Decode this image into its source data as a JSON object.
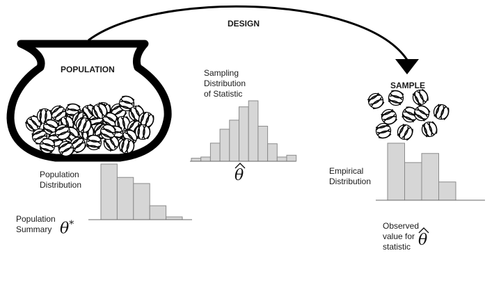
{
  "design_label": "DESIGN",
  "population_label": "POPULATION",
  "sample_label": "SAMPLE",
  "sampling_label": [
    "Sampling",
    "Distribution",
    "of Statistic"
  ],
  "population_distribution_label": [
    "Population",
    "Distribution"
  ],
  "population_summary_label": [
    "Population",
    "Summary"
  ],
  "empirical_distribution_label": [
    "Empirical",
    "Distribution"
  ],
  "observed_label": [
    "Observed",
    "value for",
    "statistic"
  ],
  "theta_symbol": "θ",
  "star_symbol": "*",
  "colors": {
    "bar_fill": "#d6d6d6",
    "bar_stroke": "#8a8a8a",
    "ink": "#000000"
  },
  "icons": [
    "pot-icon",
    "marble-icon",
    "arrow-icon"
  ],
  "histograms": {
    "population": {
      "values": [
        1.0,
        0.76,
        0.65,
        0.25,
        0.05
      ]
    },
    "sampling": {
      "values": [
        0.05,
        0.07,
        0.3,
        0.53,
        0.68,
        0.9,
        1.0,
        0.58,
        0.29,
        0.07,
        0.1
      ]
    },
    "empirical": {
      "values": [
        1.0,
        0.66,
        0.82,
        0.32
      ]
    }
  }
}
